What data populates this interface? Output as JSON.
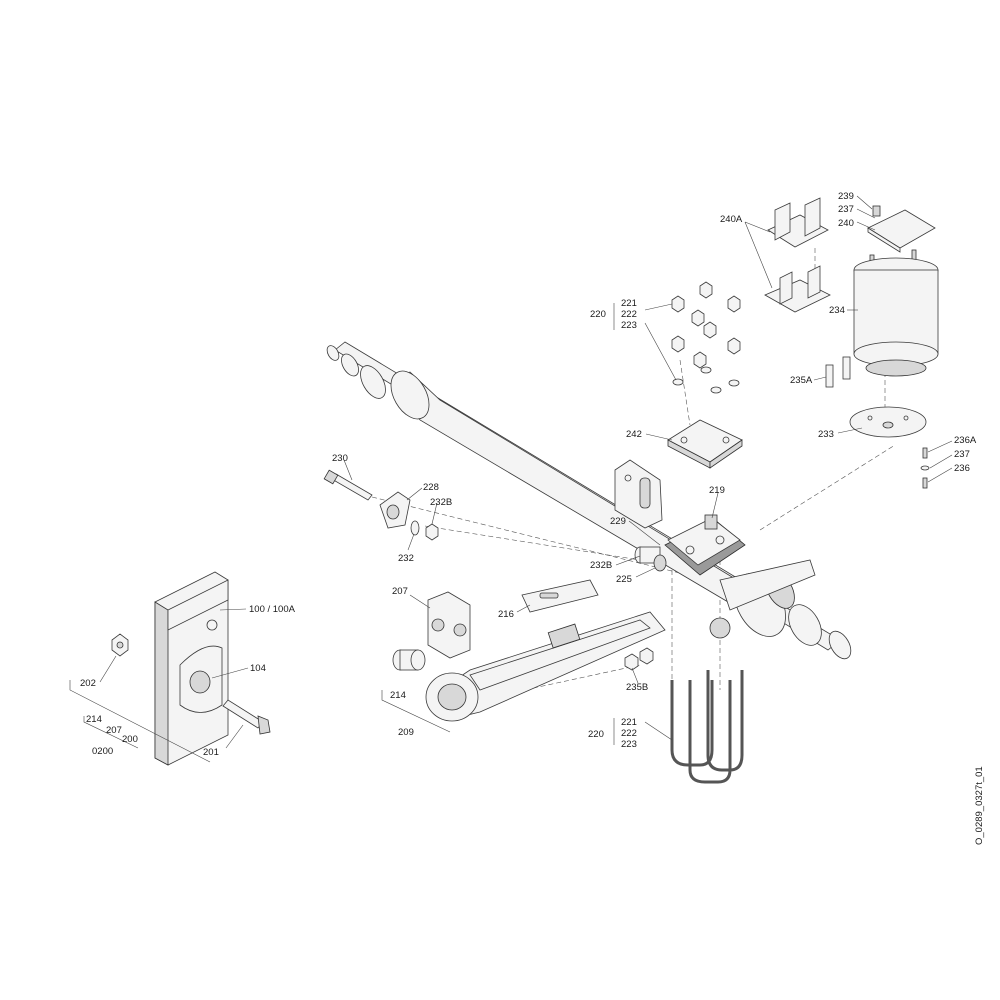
{
  "drawing_id": "O_0289_0327t_01",
  "callouts": {
    "c239": "239",
    "c237a": "237",
    "c240": "240",
    "c240A": "240A",
    "c220a": "220",
    "c221a": "221",
    "c222a": "222",
    "c223a": "223",
    "c234": "234",
    "c235A": "235A",
    "c233": "233",
    "c236A": "236A",
    "c237b": "237",
    "c236": "236",
    "c242": "242",
    "c230": "230",
    "c228": "228",
    "c232B_a": "232B",
    "c232": "232",
    "c219": "219",
    "c229": "229",
    "c232B_b": "232B",
    "c225": "225",
    "c207": "207",
    "c216": "216",
    "c100": "100 / 100A",
    "c104": "104",
    "c202": "202",
    "c214a": "214",
    "c207b": "207",
    "c200": "200",
    "c0200": "0200",
    "c201": "201",
    "c214b": "214",
    "c209": "209",
    "c235B": "235B",
    "c220b": "220",
    "c221b": "221",
    "c222b": "222",
    "c223b": "223"
  }
}
